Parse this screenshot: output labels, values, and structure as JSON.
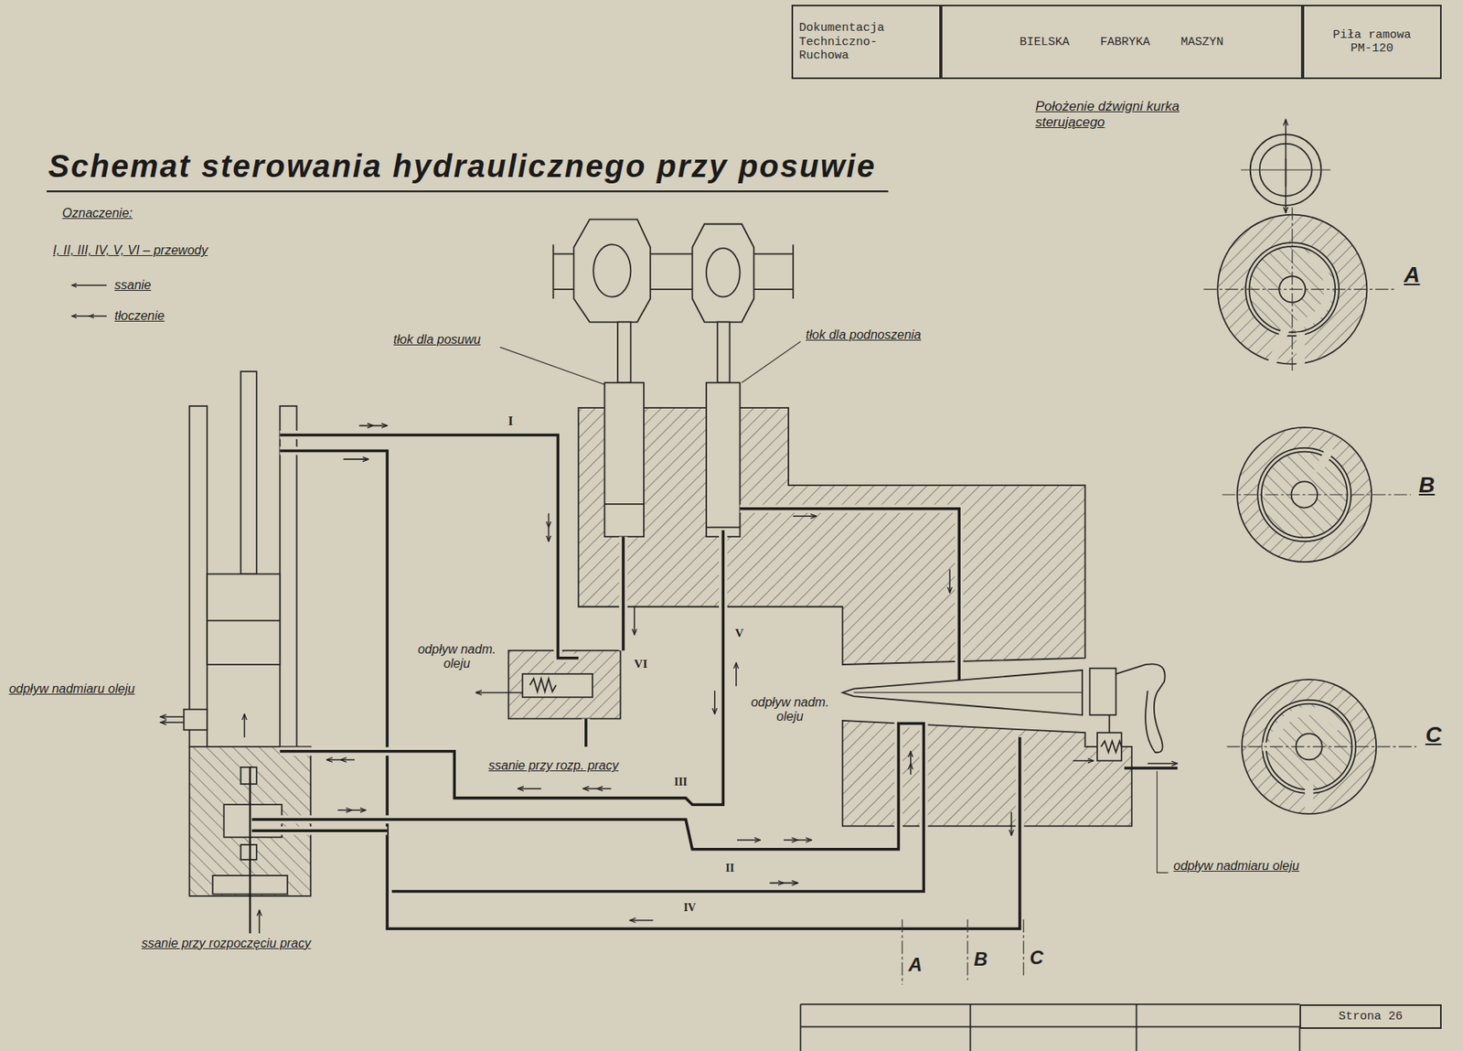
{
  "diagram": {
    "title": "Schemat sterowania hydraulicznego przy posuwie",
    "nodes": [
      {
        "text": [
          "Dokumentacja Techniczno-Ruchowa"
        ]
      },
      {
        "text": [
          "BIELSKA FABRYKA MASZYN"
        ]
      },
      {
        "text": [
          "Piła ramowa PM-120"
        ]
      },
      {
        "text": [
          "Strona 26"
        ]
      }
    ],
    "labels": [
      "Oznaczenie:",
      "I, II, III, IV, V, VI – przewody",
      "Położenie dźwigni kurka sterującego",
      "tłok dla posuwu",
      "tłok dla podnoszenia",
      "I",
      "odpływ nadmiaru oleju",
      "odpływ nadm. oleju",
      "VI",
      "V",
      "odpływ nadm. oleju",
      "ssanie przy rozp. pracy",
      "III",
      "II",
      "IV",
      "ssanie przy rozpoczęciu pracy",
      "odpływ nadmiaru oleju",
      "A",
      "B",
      "C",
      "A",
      "B",
      "C"
    ],
    "legend": [
      {
        "text": "ssanie"
      },
      {
        "text": "tłoczenie"
      }
    ]
  }
}
